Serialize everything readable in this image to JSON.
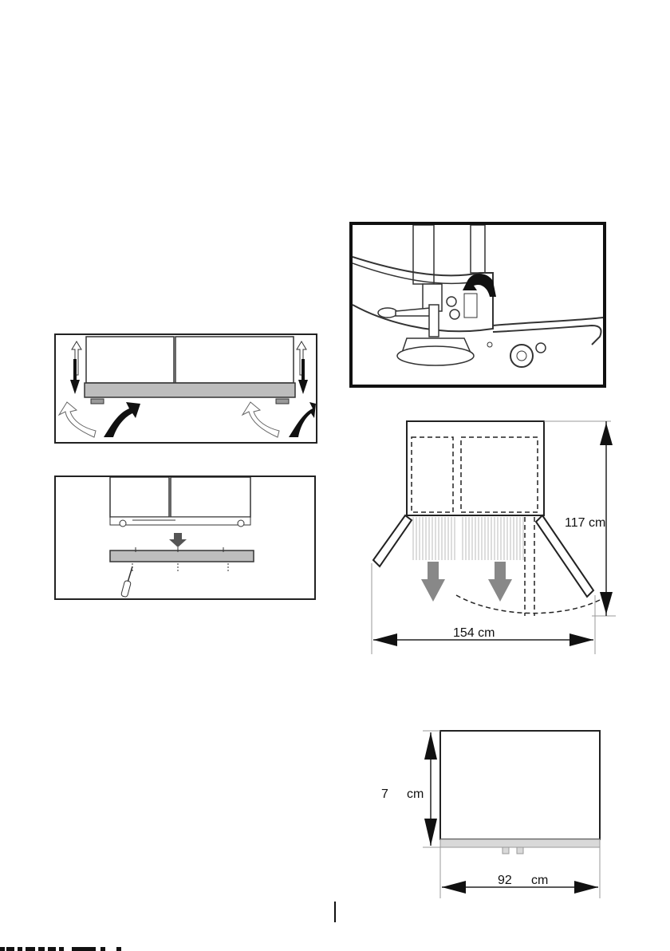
{
  "figures": {
    "plinth_adjust": {
      "caption": ""
    },
    "plinth_attach": {
      "caption": ""
    },
    "foot_closeup": {
      "caption": ""
    },
    "door_clearance": {
      "height_label": "117 cm",
      "width_label": "154 cm"
    },
    "front_dimensions": {
      "height_value": "7",
      "height_unit": "cm",
      "width_value": "92",
      "width_unit": "cm"
    }
  },
  "colors": {
    "line": "#111111",
    "plinth_gray": "#bdbdbd",
    "light_gray": "#d9d9d9",
    "guide_gray": "#9a9a9a"
  },
  "icons": [
    "arrow-up-down-icon",
    "curved-arrow-icon",
    "screwdriver-icon",
    "down-arrow-icon"
  ]
}
